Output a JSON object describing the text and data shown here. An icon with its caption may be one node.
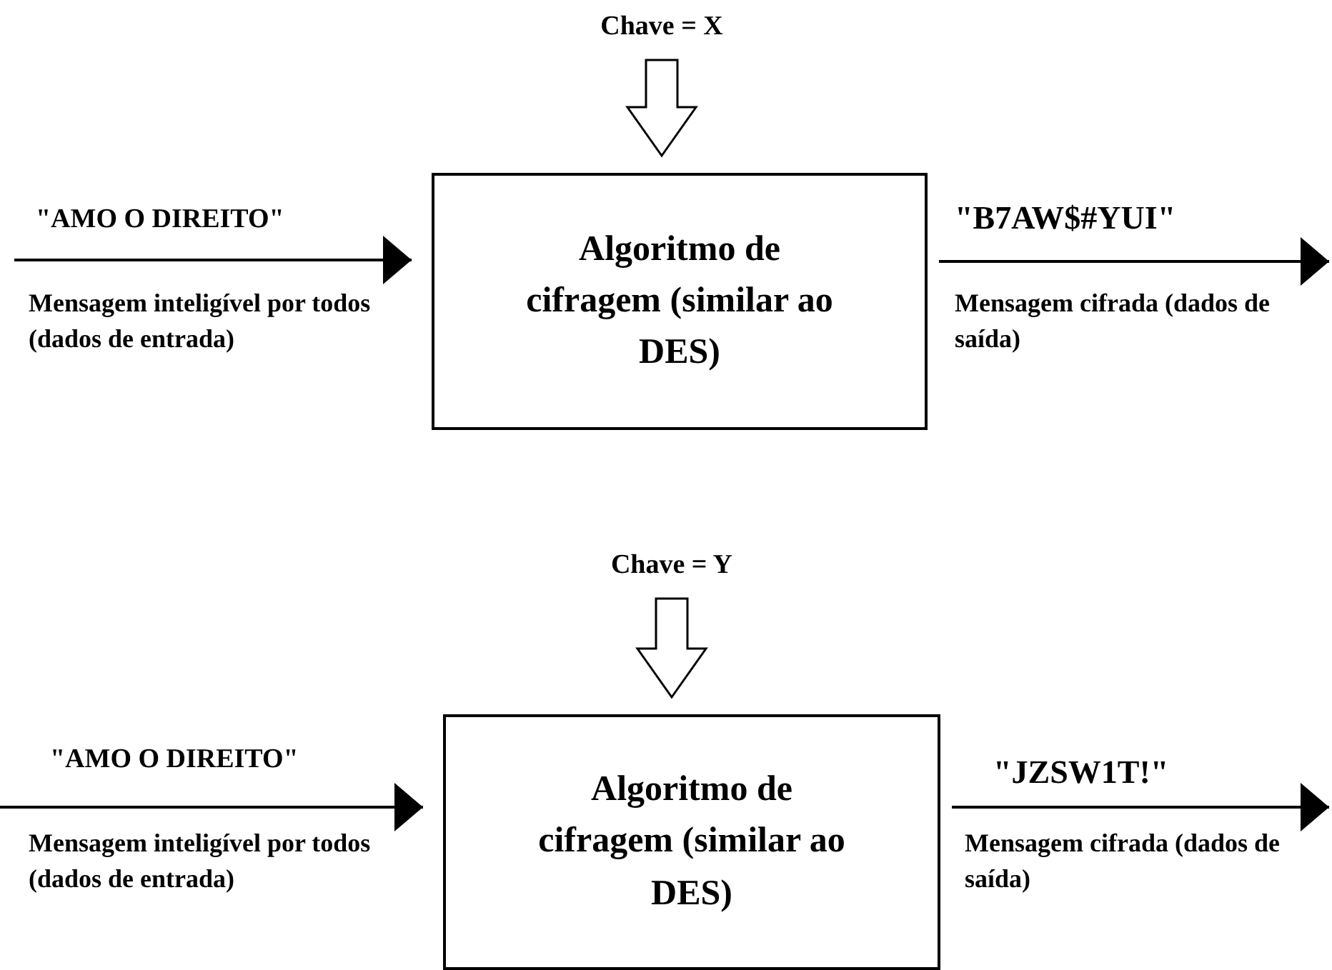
{
  "diagram": {
    "nodes": [
      {
        "text": [
          "Chave = X"
        ]
      },
      {
        "text": [
          "Algoritmo de cifragem (similar ao DES)"
        ]
      },
      {
        "text": [
          "Chave = Y"
        ]
      },
      {
        "text": [
          "Algoritmo de cifragem (similar ao DES)"
        ]
      }
    ],
    "edges": [
      {
        "from": 0,
        "to": 1,
        "arrow": "to",
        "style": "thick"
      },
      {
        "from": null,
        "to": 1,
        "arrow": "to",
        "label": "\"AMO O DIREITO\""
      },
      {
        "from": 1,
        "to": null,
        "arrow": "to",
        "label": "\"B7AW$#YUI\""
      },
      {
        "from": 2,
        "to": 3,
        "arrow": "to",
        "style": "thick"
      },
      {
        "from": null,
        "to": 3,
        "arrow": "to",
        "label": "\"AMO O DIREITO\""
      },
      {
        "from": 3,
        "to": null,
        "arrow": "to",
        "label": "\"JZSW1T!\""
      }
    ],
    "labels": [
      "Mensagem inteligível por todos (dados de entrada)",
      "Mensagem cifrada (dados de saída)",
      "Mensagem inteligível por todos (dados de entrada)",
      "Mensagem cifrada (dados de saída)"
    ]
  }
}
